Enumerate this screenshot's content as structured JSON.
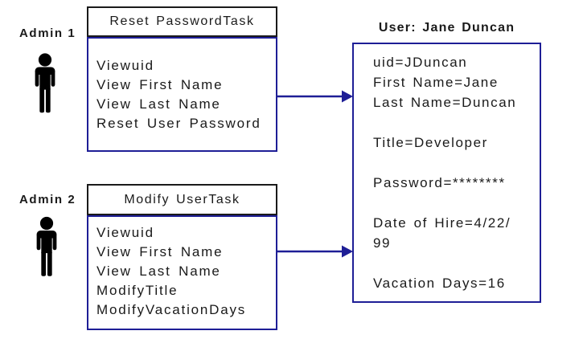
{
  "colors": {
    "accent": "#1e1e96",
    "box_border": "#1a1a1a",
    "text": "#1a1a1a"
  },
  "admin1": {
    "label": "Admin 1",
    "task_title": "Reset PasswordTask",
    "permissions": [
      "Viewuid",
      "View First Name",
      "View Last Name",
      "Reset User Password"
    ]
  },
  "admin2": {
    "label": "Admin 2",
    "task_title": "Modify UserTask",
    "permissions": [
      "Viewuid",
      "View First Name",
      "View Last Name",
      "ModifyTitle",
      "ModifyVacationDays"
    ]
  },
  "user": {
    "title": "User: Jane Duncan",
    "attributes": [
      "uid=JDuncan",
      "First Name=Jane",
      "Last Name=Duncan",
      "",
      "Title=Developer",
      "",
      "Password=********",
      "",
      "Date of Hire=4/22/",
      "99",
      "",
      "Vacation Days=16"
    ]
  }
}
